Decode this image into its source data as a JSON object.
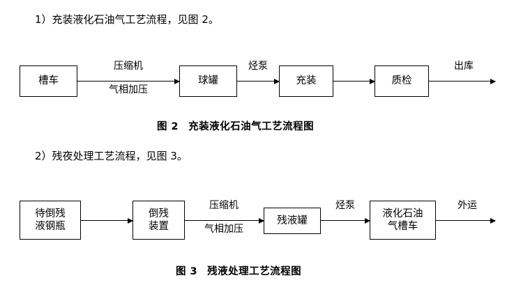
{
  "document": {
    "paragraphs": [
      {
        "id": "p1",
        "text": "1）充装液化石油气工艺流程，见图 2。"
      },
      {
        "id": "p2",
        "text": "2）残夜处理工艺流程，见图 3。"
      }
    ],
    "captions": [
      {
        "id": "c1",
        "number": "图 2",
        "title": "充装液化石油气工艺流程图"
      },
      {
        "id": "c2",
        "number": "图 3",
        "title": "残液处理工艺流程图"
      }
    ]
  },
  "diagram1": {
    "name": "充装液化石油气工艺流程图",
    "nodes": [
      {
        "id": "n1",
        "label": "槽车"
      },
      {
        "id": "n2",
        "label": "球罐"
      },
      {
        "id": "n3",
        "label": "充装"
      },
      {
        "id": "n4",
        "label": "质检"
      }
    ],
    "arrow_labels": [
      {
        "id": "a1",
        "line1": "压缩机",
        "line2": "气相加压"
      },
      {
        "id": "a2",
        "line1": "烃泵",
        "line2": ""
      },
      {
        "id": "a3",
        "line1": "",
        "line2": ""
      },
      {
        "id": "a4",
        "line1": "",
        "line2": ""
      },
      {
        "id": "a5",
        "line1": "出库",
        "line2": ""
      }
    ]
  },
  "diagram2": {
    "name": "残液处理工艺流程图",
    "nodes": [
      {
        "id": "m1",
        "line1": "待倒残",
        "line2": "液钢瓶"
      },
      {
        "id": "m2",
        "line1": "倒残",
        "line2": "装置"
      },
      {
        "id": "m3",
        "line1": "残液罐",
        "line2": ""
      },
      {
        "id": "m4",
        "line1": "液化石油",
        "line2": "气槽车"
      }
    ],
    "arrow_labels": [
      {
        "id": "b1",
        "line1": "",
        "line2": ""
      },
      {
        "id": "b2",
        "line1": "压缩机",
        "line2": "气相加压"
      },
      {
        "id": "b3",
        "line1": "烃泵",
        "line2": ""
      },
      {
        "id": "b4",
        "line1": "外运",
        "line2": ""
      }
    ]
  },
  "colors": {
    "ink": "#000000",
    "background": "#ffffff"
  }
}
